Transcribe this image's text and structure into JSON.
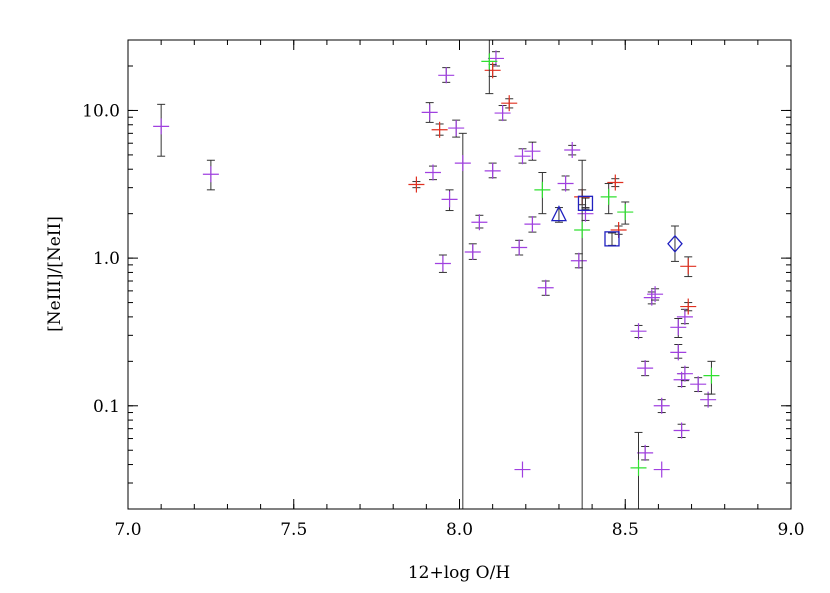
{
  "chart_data": {
    "type": "scatter",
    "title": "",
    "xlabel": "12+log O/H",
    "ylabel": "[NeIII]/[NeII]",
    "xlim": [
      7.0,
      9.0
    ],
    "ylim": [
      0.02,
      30
    ],
    "yscale": "log",
    "grid": false,
    "x_ticks": [
      "7.0",
      "7.5",
      "8.0",
      "8.5",
      "9.0"
    ],
    "y_ticks": [
      "0.1",
      "1.0",
      "10.0"
    ],
    "colors": {
      "purple": "#a040e0",
      "red": "#e03020",
      "green": "#30e030",
      "blue": "#2020c0",
      "errorbar": "#333333",
      "frame": "#000000"
    },
    "series": [
      {
        "marker": "plus",
        "color": "purple",
        "points": [
          {
            "x": 7.1,
            "y": 7.8,
            "ylo": 4.9,
            "yhi": 11.0
          },
          {
            "x": 7.25,
            "y": 3.7,
            "ylo": 2.9,
            "yhi": 4.6
          },
          {
            "x": 7.91,
            "y": 9.7,
            "ylo": 8.3,
            "yhi": 11.3
          },
          {
            "x": 7.92,
            "y": 3.8,
            "ylo": 3.4,
            "yhi": 4.2
          },
          {
            "x": 7.95,
            "y": 0.92,
            "ylo": 0.8,
            "yhi": 1.05
          },
          {
            "x": 7.96,
            "y": 17.3,
            "ylo": 15.5,
            "yhi": 19.5
          },
          {
            "x": 7.97,
            "y": 2.5,
            "ylo": 2.1,
            "yhi": 2.9
          },
          {
            "x": 7.99,
            "y": 7.6,
            "ylo": 6.6,
            "yhi": 8.6
          },
          {
            "x": 8.01,
            "y": 4.4,
            "ylo": 0.02,
            "yhi": 7.0
          },
          {
            "x": 8.04,
            "y": 1.1,
            "ylo": 0.98,
            "yhi": 1.25
          },
          {
            "x": 8.06,
            "y": 1.75,
            "ylo": 1.6,
            "yhi": 1.95
          },
          {
            "x": 8.1,
            "y": 3.9,
            "ylo": 3.5,
            "yhi": 4.4
          },
          {
            "x": 8.11,
            "y": 22.5,
            "ylo": 20.0,
            "yhi": 25.0
          },
          {
            "x": 8.13,
            "y": 9.6,
            "ylo": 8.6,
            "yhi": 10.8
          },
          {
            "x": 8.18,
            "y": 1.18,
            "ylo": 1.05,
            "yhi": 1.32
          },
          {
            "x": 8.19,
            "y": 4.9,
            "ylo": 4.4,
            "yhi": 5.5
          },
          {
            "x": 8.19,
            "y": 0.037
          },
          {
            "x": 8.22,
            "y": 5.3,
            "ylo": 4.6,
            "yhi": 6.1
          },
          {
            "x": 8.22,
            "y": 1.7,
            "ylo": 1.5,
            "yhi": 1.9
          },
          {
            "x": 8.26,
            "y": 0.63,
            "ylo": 0.56,
            "yhi": 0.7
          },
          {
            "x": 8.32,
            "y": 3.2,
            "ylo": 2.9,
            "yhi": 3.6
          },
          {
            "x": 8.34,
            "y": 5.4,
            "ylo": 5.0,
            "yhi": 5.8
          },
          {
            "x": 8.36,
            "y": 0.96,
            "ylo": 0.86,
            "yhi": 1.07
          },
          {
            "x": 8.38,
            "y": 2.0,
            "ylo": 1.8,
            "yhi": 2.2
          },
          {
            "x": 8.54,
            "y": 0.32,
            "ylo": 0.29,
            "yhi": 0.35
          },
          {
            "x": 8.56,
            "y": 0.18,
            "ylo": 0.16,
            "yhi": 0.2
          },
          {
            "x": 8.56,
            "y": 0.048,
            "ylo": 0.043,
            "yhi": 0.053
          },
          {
            "x": 8.58,
            "y": 0.54,
            "ylo": 0.49,
            "yhi": 0.59
          },
          {
            "x": 8.59,
            "y": 0.57,
            "ylo": 0.52,
            "yhi": 0.62
          },
          {
            "x": 8.61,
            "y": 0.1,
            "ylo": 0.09,
            "yhi": 0.11
          },
          {
            "x": 8.61,
            "y": 0.037
          },
          {
            "x": 8.66,
            "y": 0.34,
            "ylo": 0.29,
            "yhi": 0.39
          },
          {
            "x": 8.66,
            "y": 0.23,
            "ylo": 0.21,
            "yhi": 0.26
          },
          {
            "x": 8.67,
            "y": 0.15,
            "ylo": 0.135,
            "yhi": 0.165
          },
          {
            "x": 8.67,
            "y": 0.068,
            "ylo": 0.061,
            "yhi": 0.075
          },
          {
            "x": 8.68,
            "y": 0.165,
            "ylo": 0.148,
            "yhi": 0.182
          },
          {
            "x": 8.68,
            "y": 0.4,
            "ylo": 0.36,
            "yhi": 0.45
          },
          {
            "x": 8.72,
            "y": 0.14,
            "ylo": 0.125,
            "yhi": 0.155
          },
          {
            "x": 8.75,
            "y": 0.11,
            "ylo": 0.1,
            "yhi": 0.12
          }
        ]
      },
      {
        "marker": "plus",
        "color": "red",
        "points": [
          {
            "x": 7.87,
            "y": 3.15,
            "ylo": 3.0,
            "yhi": 3.3
          },
          {
            "x": 7.94,
            "y": 7.4,
            "ylo": 6.8,
            "yhi": 8.1
          },
          {
            "x": 8.1,
            "y": 18.7,
            "ylo": 17.0,
            "yhi": 20.5
          },
          {
            "x": 8.15,
            "y": 11.2,
            "ylo": 10.4,
            "yhi": 12.0
          },
          {
            "x": 8.37,
            "y": 2.6,
            "ylo": 2.3,
            "yhi": 2.9
          },
          {
            "x": 8.47,
            "y": 3.25,
            "ylo": 3.05,
            "yhi": 3.45
          },
          {
            "x": 8.48,
            "y": 1.55,
            "ylo": 1.45,
            "yhi": 1.65
          },
          {
            "x": 8.69,
            "y": 0.88,
            "ylo": 0.75,
            "yhi": 1.02
          },
          {
            "x": 8.69,
            "y": 0.47,
            "ylo": 0.44,
            "yhi": 0.5
          }
        ]
      },
      {
        "marker": "plus",
        "color": "green",
        "points": [
          {
            "x": 8.09,
            "y": 21.5,
            "ylo": 13.0,
            "yhi": 30.0
          },
          {
            "x": 8.25,
            "y": 2.9,
            "ylo": 2.0,
            "yhi": 3.8
          },
          {
            "x": 8.37,
            "y": 1.55,
            "ylo": 0.02,
            "yhi": 4.6
          },
          {
            "x": 8.45,
            "y": 2.6,
            "ylo": 2.0,
            "yhi": 3.2
          },
          {
            "x": 8.5,
            "y": 2.05,
            "ylo": 1.7,
            "yhi": 2.4
          },
          {
            "x": 8.54,
            "y": 0.038,
            "ylo": 0.02,
            "yhi": 0.066
          },
          {
            "x": 8.76,
            "y": 0.16,
            "ylo": 0.12,
            "yhi": 0.2
          }
        ]
      },
      {
        "marker": "triangle",
        "color": "blue",
        "points": [
          {
            "x": 8.3,
            "y": 1.97,
            "ylo": 1.75,
            "yhi": 2.2
          }
        ]
      },
      {
        "marker": "square",
        "color": "blue",
        "points": [
          {
            "x": 8.38,
            "y": 2.35,
            "ylo": 2.15,
            "yhi": 2.55
          },
          {
            "x": 8.46,
            "y": 1.35,
            "ylo": 1.22,
            "yhi": 1.48
          }
        ]
      },
      {
        "marker": "diamond",
        "color": "blue",
        "points": [
          {
            "x": 8.65,
            "y": 1.25,
            "ylo": 0.95,
            "yhi": 1.65
          }
        ]
      }
    ]
  }
}
